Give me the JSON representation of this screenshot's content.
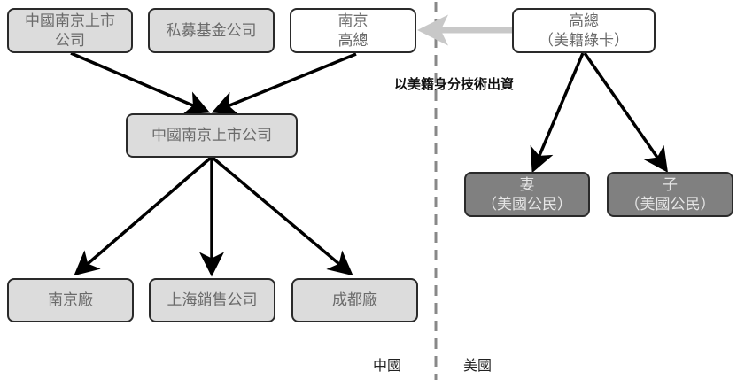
{
  "nodes": {
    "listed_company_top": {
      "lines": [
        "中國南京上市",
        "公司"
      ]
    },
    "private_fund": {
      "lines": [
        "私募基金公司"
      ]
    },
    "nanjing_ceo": {
      "lines": [
        "南京",
        "高總"
      ]
    },
    "us_ceo": {
      "lines": [
        "高總",
        "（美籍綠卡）"
      ]
    },
    "listed_company_center": {
      "lines": [
        "中國南京上市公司"
      ]
    },
    "wife": {
      "lines": [
        "妻",
        "（美國公民）"
      ]
    },
    "son": {
      "lines": [
        "子",
        "（美國公民）"
      ]
    },
    "nanjing_factory": {
      "lines": [
        "南京廠"
      ]
    },
    "shanghai_sales": {
      "lines": [
        "上海銷售公司"
      ]
    },
    "chengdu_factory": {
      "lines": [
        "成都廠"
      ]
    }
  },
  "annotations": {
    "investment_note": "以美籍身分技術出資"
  },
  "regions": {
    "china": "中國",
    "usa": "美國"
  },
  "colors": {
    "light_box": "#dcdcdc",
    "dark_box": "#808080",
    "arrow": "#000000",
    "gray_arrow": "#c8c8c8",
    "divider": "#888888"
  }
}
